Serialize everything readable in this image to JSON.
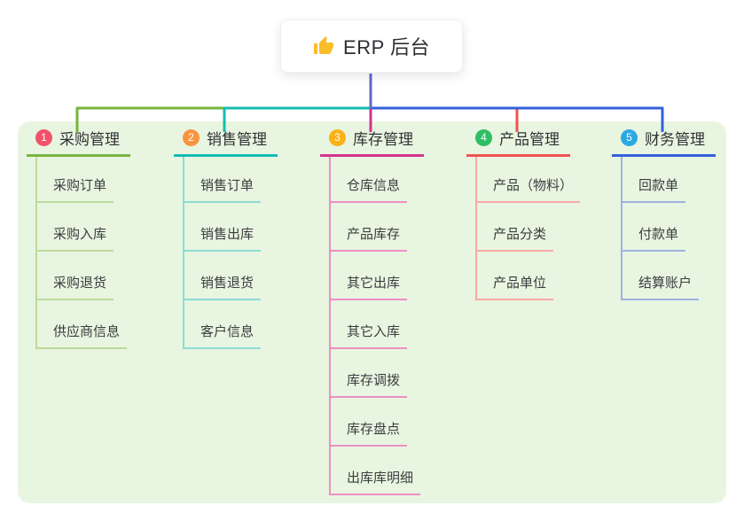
{
  "root": {
    "label": "ERP 后台",
    "icon": "thumbs-up-icon",
    "icon_color": "#F9BE2B"
  },
  "connector": {
    "root_line_color": "#5E68CF"
  },
  "canvas": {
    "panel_bg": "#E8F5E0",
    "page_bg": "#FFFFFF"
  },
  "branches": [
    {
      "index": "1",
      "label": "采购管理",
      "badge_color": "#F2516B",
      "line_color": "#79B43E",
      "sub_line_color": "#BCDB9C",
      "items": [
        "采购订单",
        "采购入库",
        "采购退货",
        "供应商信息"
      ]
    },
    {
      "index": "2",
      "label": "销售管理",
      "badge_color": "#F8943F",
      "line_color": "#14BCB2",
      "sub_line_color": "#8CDCD4",
      "items": [
        "销售订单",
        "销售出库",
        "销售退货",
        "客户信息"
      ]
    },
    {
      "index": "3",
      "label": "库存管理",
      "badge_color": "#FBB117",
      "line_color": "#D1348E",
      "sub_line_color": "#EE8FC2",
      "items": [
        "仓库信息",
        "产品库存",
        "其它出库",
        "其它入库",
        "库存调拨",
        "库存盘点",
        "出库库明细"
      ]
    },
    {
      "index": "4",
      "label": "产品管理",
      "badge_color": "#2EBE64",
      "line_color": "#F15352",
      "sub_line_color": "#F8A9A6",
      "items": [
        "产品（物料）",
        "产品分类",
        "产品单位"
      ]
    },
    {
      "index": "5",
      "label": "财务管理",
      "badge_color": "#2CA9E1",
      "line_color": "#3361D9",
      "sub_line_color": "#9FB1E0",
      "items": [
        "回款单",
        "付款单",
        "结算账户"
      ]
    }
  ]
}
